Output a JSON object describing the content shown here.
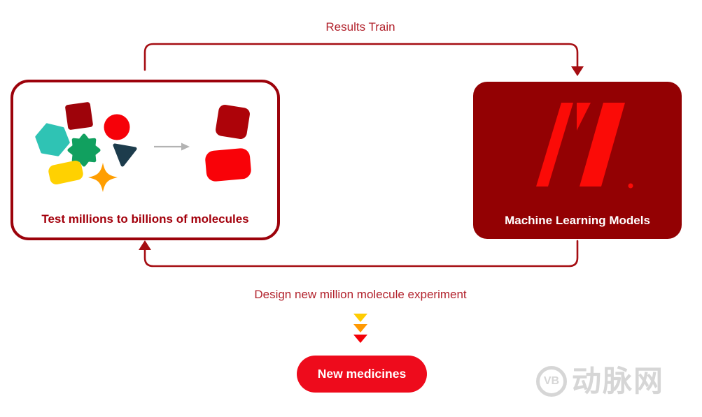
{
  "diagram": {
    "top_arrow": {
      "label": "Results Train"
    },
    "left_box": {
      "label": "Test millions to billions of molecules"
    },
    "right_box": {
      "label": "Machine Learning Models"
    },
    "bottom_arrow": {
      "label": "Design new million molecule experiment"
    },
    "button": {
      "label": "New medicines"
    },
    "watermark": {
      "logo": "VB",
      "text": "动脉网"
    }
  },
  "icons": {
    "molecule_shapes": [
      "dark-red-square",
      "red-circle",
      "teal-hexagon",
      "green-gear",
      "navy-triangle",
      "yellow-rounded-rect",
      "orange-star",
      "gray-right-arrow",
      "dark-red-rounded-square",
      "red-rounded-rect"
    ],
    "ml_logo": "recursion-mark",
    "funnel_chevrons": [
      "yellow-down-triangle",
      "orange-down-triangle",
      "red-down-triangle"
    ]
  },
  "colors": {
    "arrow_dark_red": "#a50d12",
    "label_red": "#b2222c",
    "left_box_border": "#9c020b",
    "left_box_label": "#a3000c",
    "ml_box_fill": "#930103",
    "logo_red": "#fb0b07",
    "button_red": "#ee0b1c",
    "chevron_yellow": "#ffcc02",
    "chevron_orange": "#ff9902",
    "chevron_red": "#f30008",
    "watermark_gray": "#d6d6d6"
  }
}
